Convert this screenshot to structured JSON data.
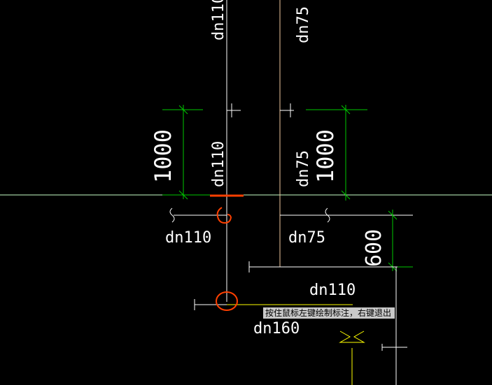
{
  "colors": {
    "background": "#000000",
    "pipe_white": "#ffffff",
    "pipe_tan": "#f0c8a0",
    "dimension_green": "#00c800",
    "crosshair": "#c8ffc8",
    "marker_orange": "#ff4000",
    "yellow": "#ffff00",
    "tooltip_bg": "#c9c9c9"
  },
  "labels": {
    "top_left_pipe": "dn110",
    "top_right_pipe": "dn75",
    "dim_left": "1000",
    "mid_left_pipe": "dn110",
    "mid_right_pipe": "dn75",
    "dim_right": "1000",
    "branch_left": "dn110",
    "branch_right": "dn75",
    "dim_small": "600",
    "lower_pipe": "dn110",
    "bottom_pipe": "dn160"
  },
  "tooltip": {
    "text": "按住鼠标左键绘制标注，右键退出"
  }
}
